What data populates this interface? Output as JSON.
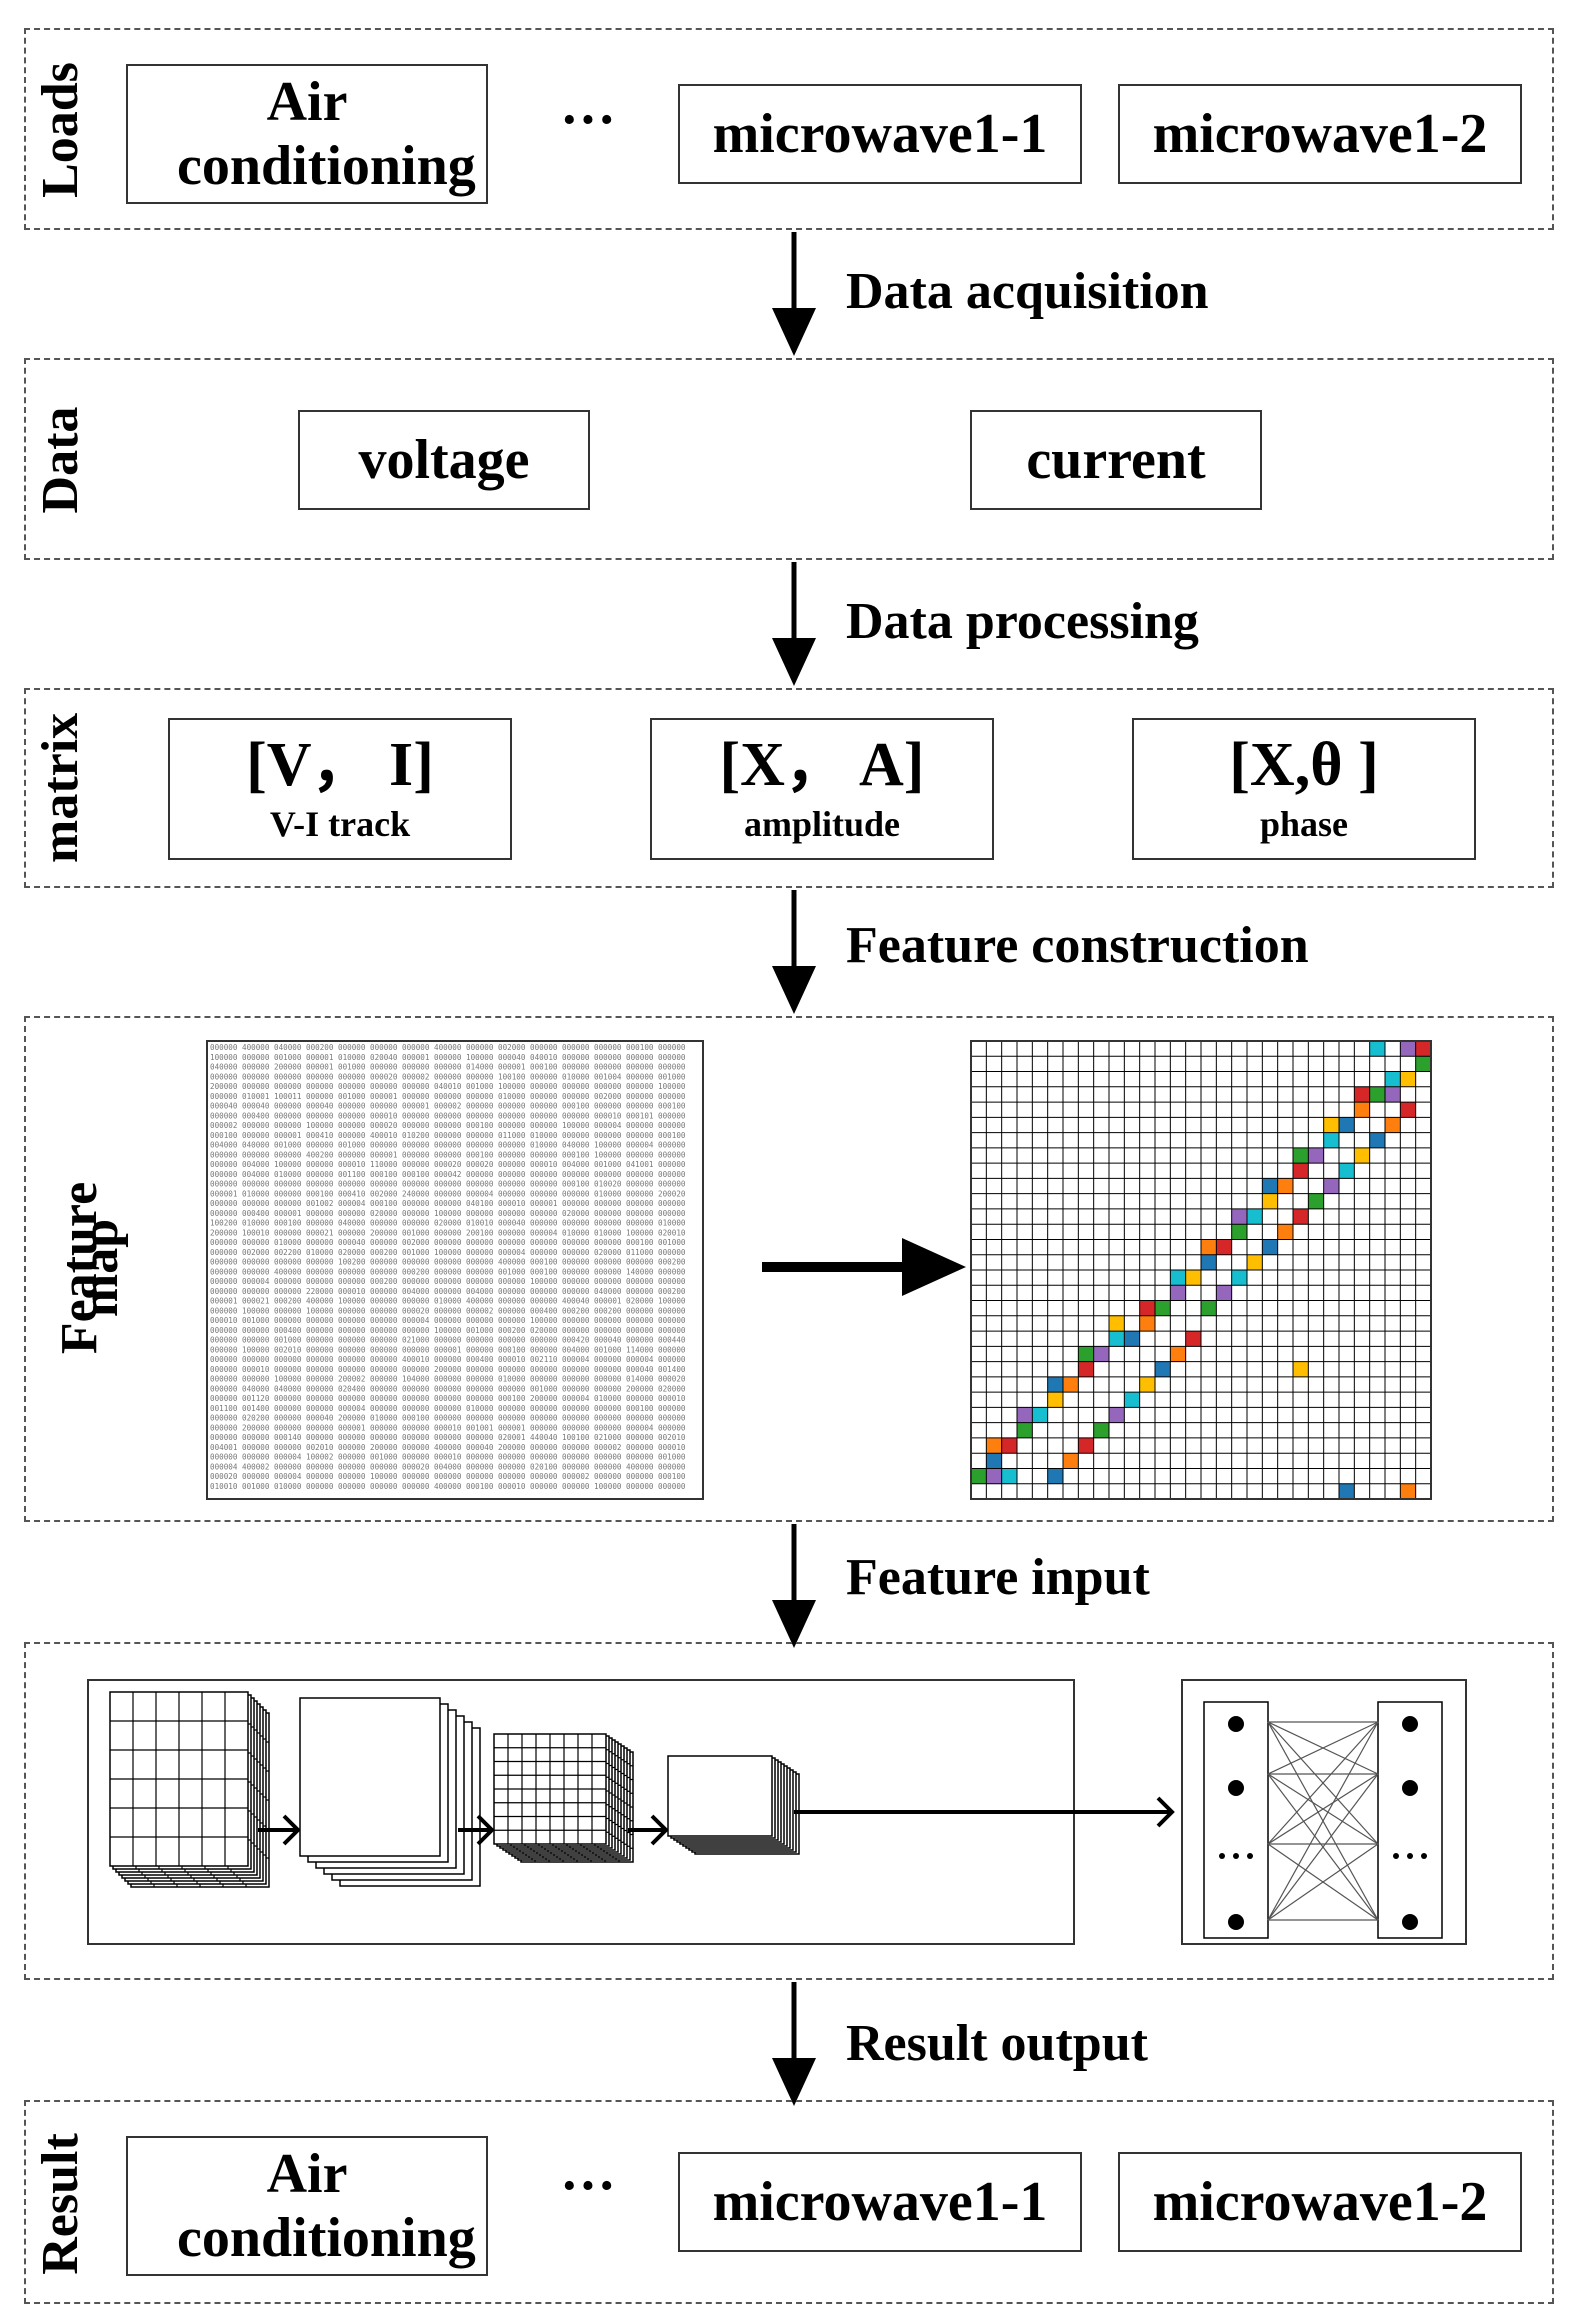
{
  "loads": {
    "label": "Loads",
    "items": [
      "Air conditioning",
      "microwave1-1",
      "microwave1-2"
    ],
    "ellipsis": "···"
  },
  "steps": {
    "acquisition": "Data acquisition",
    "processing": "Data processing",
    "construction": "Feature construction",
    "input": "Feature input",
    "output": "Result output"
  },
  "data_section": {
    "label": "Data",
    "items": [
      "voltage",
      "current"
    ]
  },
  "matrix_section": {
    "label": "matrix",
    "items": [
      {
        "top": "[V， I]",
        "sub": "V-I track"
      },
      {
        "top": "[X， A]",
        "sub": "amplitude"
      },
      {
        "top": "[X,θ ]",
        "sub": "phase"
      }
    ]
  },
  "feature_map": {
    "label_line1": "Feature",
    "label_line2": "map"
  },
  "result": {
    "label": "Result",
    "items": [
      "Air conditioning",
      "microwave1-1",
      "microwave1-2"
    ],
    "ellipsis": "···"
  },
  "colors": {
    "border": "#333333",
    "trajectory": [
      "#1f77b4",
      "#ff7f0e",
      "#d62728",
      "#2ca02c",
      "#9467bd",
      "#17becf",
      "#ffbf00"
    ]
  }
}
